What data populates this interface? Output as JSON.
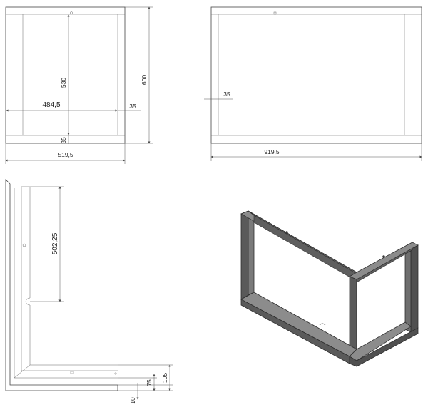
{
  "colors": {
    "line": "#444444",
    "dimension": "#555555",
    "frame_dark": "#505050",
    "frame_mid": "#6e6e6e",
    "frame_light": "#8c8c8c",
    "frame_edge": "#2e2e2e"
  },
  "front_view": {
    "dim_width_inner": "484,5",
    "dim_height_inner": "530",
    "dim_height_total": "600",
    "dim_side": "35",
    "dim_bottom": "35",
    "dim_width_total": "519,5"
  },
  "side_view": {
    "dim_left": "35",
    "dim_width_total": "919,5"
  },
  "top_view": {
    "dim_depth": "502,25",
    "dim_105": "105",
    "dim_75": "75",
    "dim_10": "10"
  },
  "iso_view": {}
}
